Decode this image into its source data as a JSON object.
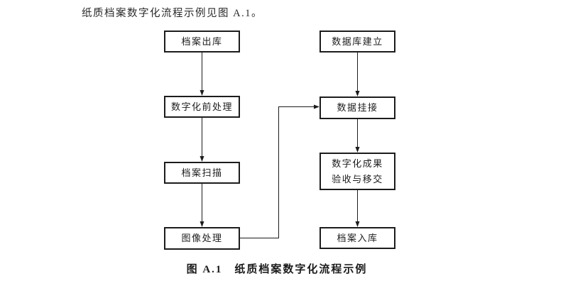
{
  "intro": {
    "text": "纸质档案数字化流程示例见图 A.1。"
  },
  "flowchart": {
    "left": [
      {
        "label": "档案出库"
      },
      {
        "label": "数字化前处理"
      },
      {
        "label": "档案扫描"
      },
      {
        "label": "图像处理"
      }
    ],
    "right": [
      {
        "label": "数据库建立"
      },
      {
        "label": "数据挂接"
      },
      {
        "label": "数字化成果\n验收与移交"
      },
      {
        "label": "档案入库"
      }
    ]
  },
  "caption": {
    "text": "图 A.1　纸质档案数字化流程示例"
  },
  "colors": {
    "line": "#1c1c1c",
    "background": "#ffffff"
  }
}
